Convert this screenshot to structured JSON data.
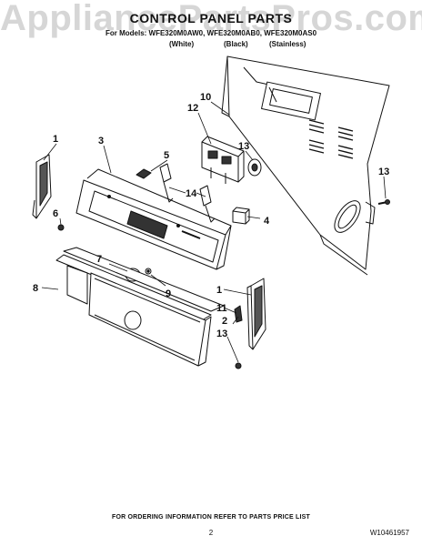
{
  "watermark": "AppliancePartsPros.com",
  "header": {
    "title": "CONTROL PANEL PARTS",
    "models_line": "For Models: WFE320M0AW0, WFE320M0AB0, WFE320M0AS0",
    "variants": [
      "(White)",
      "(Black)",
      "(Stainless)"
    ]
  },
  "callouts": [
    "1",
    "3",
    "5",
    "10",
    "12",
    "13",
    "14",
    "6",
    "4",
    "7",
    "9",
    "8",
    "1",
    "11",
    "2",
    "13",
    "13"
  ],
  "footer": {
    "ordering_note": "FOR ORDERING INFORMATION REFER TO PARTS PRICE LIST",
    "page_number": "2",
    "document_number": "W10461957"
  }
}
